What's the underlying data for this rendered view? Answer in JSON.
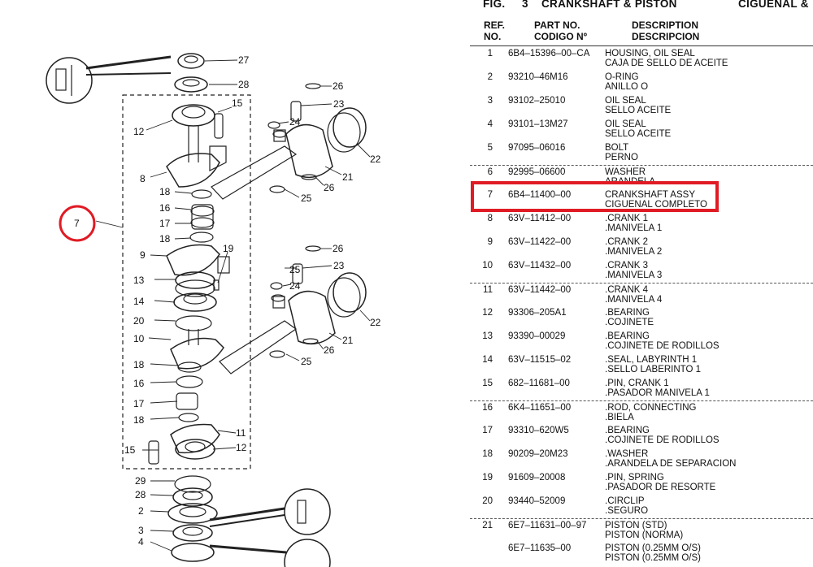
{
  "figure": {
    "label": "FIG.",
    "number": "3",
    "title_en": "CRANKSHAFT & PISTON",
    "title_es": "CIGUENAL &"
  },
  "columns": {
    "ref_en": "REF.",
    "ref_es": "NO.",
    "part_en": "PART NO.",
    "part_es": "CODIGO Nº",
    "desc_en": "DESCRIPTION",
    "desc_es": "DESCRIPCION"
  },
  "rows": [
    {
      "no": "1",
      "part": "6B4–15396–00–CA",
      "en": "HOUSING, OIL SEAL",
      "es": "CAJA  DE SELLO DE ACEITE"
    },
    {
      "no": "2",
      "part": "93210–46M16",
      "en": "O-RING",
      "es": "ANILLO O"
    },
    {
      "no": "3",
      "part": "93102–25010",
      "en": "OIL SEAL",
      "es": "SELLO ACEITE"
    },
    {
      "no": "4",
      "part": "93101–13M27",
      "en": "OIL SEAL",
      "es": "SELLO ACEITE"
    },
    {
      "no": "5",
      "part": "97095–06016",
      "en": "BOLT",
      "es": "PERNO"
    },
    {
      "no": "6",
      "part": "92995–06600",
      "en": "WASHER",
      "es": "ARANDELA"
    },
    {
      "no": "7",
      "part": "6B4–11400–00",
      "en": "CRANKSHAFT ASSY",
      "es": "CIGUENAL COMPLETO"
    },
    {
      "no": "8",
      "part": "63V–11412–00",
      "en": ".CRANK 1",
      "es": ".MANIVELA 1"
    },
    {
      "no": "9",
      "part": "63V–11422–00",
      "en": ".CRANK 2",
      "es": ".MANIVELA 2"
    },
    {
      "no": "10",
      "part": "63V–11432–00",
      "en": ".CRANK 3",
      "es": ".MANIVELA 3"
    },
    {
      "no": "11",
      "part": "63V–11442–00",
      "en": ".CRANK 4",
      "es": ".MANIVELA 4"
    },
    {
      "no": "12",
      "part": "93306–205A1",
      "en": ".BEARING",
      "es": ".COJINETE"
    },
    {
      "no": "13",
      "part": "93390–00029",
      "en": ".BEARING",
      "es": ".COJINETE DE RODILLOS"
    },
    {
      "no": "14",
      "part": "63V–11515–02",
      "en": ".SEAL, LABYRINTH 1",
      "es": ".SELLO  LABERINTO 1"
    },
    {
      "no": "15",
      "part": "682–11681–00",
      "en": ".PIN, CRANK 1",
      "es": ".PASADOR  MANIVELA 1"
    },
    {
      "no": "16",
      "part": "6K4–11651–00",
      "en": ".ROD, CONNECTING",
      "es": ".BIELA"
    },
    {
      "no": "17",
      "part": "93310–620W5",
      "en": ".BEARING",
      "es": ".COJINETE DE RODILLOS"
    },
    {
      "no": "18",
      "part": "90209–20M23",
      "en": ".WASHER",
      "es": ".ARANDELA DE SEPARACION"
    },
    {
      "no": "19",
      "part": "91609–20008",
      "en": ".PIN, SPRING",
      "es": ".PASADOR DE RESORTE"
    },
    {
      "no": "20",
      "part": "93440–52009",
      "en": ".CIRCLIP",
      "es": ".SEGURO"
    },
    {
      "no": "21",
      "part": "6E7–11631–00–97",
      "en": "PISTON (STD)",
      "es": "PISTON (NORMA)"
    },
    {
      "no": "",
      "part": "6E7–11635–00",
      "en": "PISTON (0.25MM O/S)",
      "es": "PISTON (0.25MM O/S)"
    }
  ],
  "diagram": {
    "callouts": [
      "27",
      "28",
      "26",
      "15",
      "23",
      "24",
      "12",
      "22",
      "8",
      "21",
      "18",
      "26",
      "25",
      "7",
      "16",
      "17",
      "18",
      "26",
      "19",
      "9",
      "23",
      "25",
      "24",
      "13",
      "14",
      "22",
      "20",
      "21",
      "10",
      "26",
      "18",
      "25",
      "16",
      "17",
      "11",
      "18",
      "15",
      "12",
      "29",
      "28",
      "2",
      "3",
      "4"
    ],
    "highlight_circle_label": "7"
  },
  "colors": {
    "highlight": "#e01b24",
    "ink": "#111111"
  }
}
